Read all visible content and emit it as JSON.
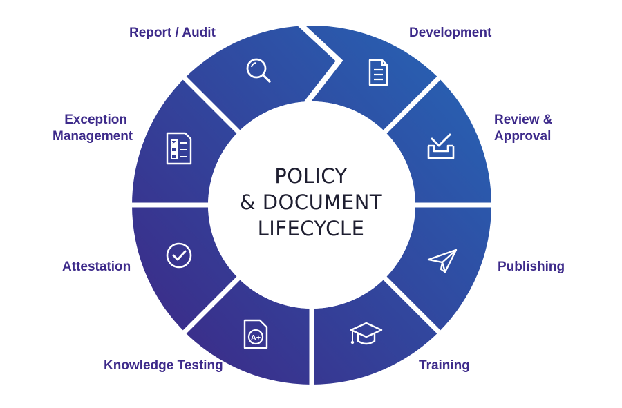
{
  "title": "POLICY\n& DOCUMENT\nLIFECYCLE",
  "colors": {
    "label": "#3d2a8a",
    "segment_light": "#2763b4",
    "segment_dark": "#3c2a87",
    "divider": "#ffffff"
  },
  "stages": [
    {
      "id": "development",
      "label": "Development",
      "icon": "document-icon"
    },
    {
      "id": "review-approval",
      "label": "Review &\nApproval",
      "icon": "inbox-check-icon"
    },
    {
      "id": "publishing",
      "label": "Publishing",
      "icon": "paper-plane-icon"
    },
    {
      "id": "training",
      "label": "Training",
      "icon": "graduation-cap-icon"
    },
    {
      "id": "knowledge-testing",
      "label": "Knowledge Testing",
      "icon": "graded-test-icon"
    },
    {
      "id": "attestation",
      "label": "Attestation",
      "icon": "check-circle-icon"
    },
    {
      "id": "exception-management",
      "label": "Exception\nManagement",
      "icon": "checklist-icon"
    },
    {
      "id": "report-audit",
      "label": "Report / Audit",
      "icon": "magnifier-icon"
    }
  ]
}
